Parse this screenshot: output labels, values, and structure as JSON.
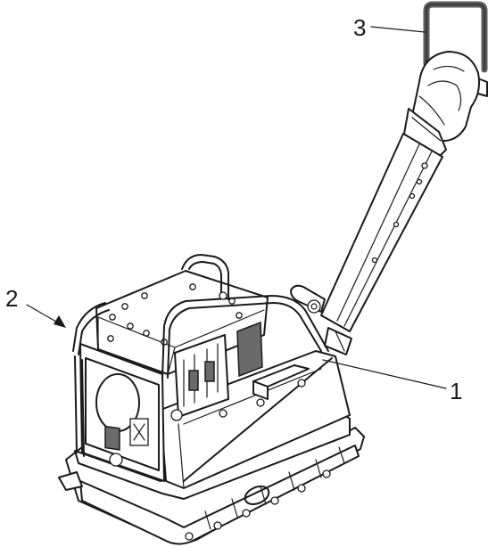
{
  "callouts": [
    {
      "label": "1"
    },
    {
      "label": "2"
    },
    {
      "label": "3"
    }
  ],
  "colors": {
    "ink": "#1a1a1a",
    "highlight_grey": "#6a6a6a",
    "light_grey": "#cfcfcf",
    "background": "#ffffff"
  }
}
